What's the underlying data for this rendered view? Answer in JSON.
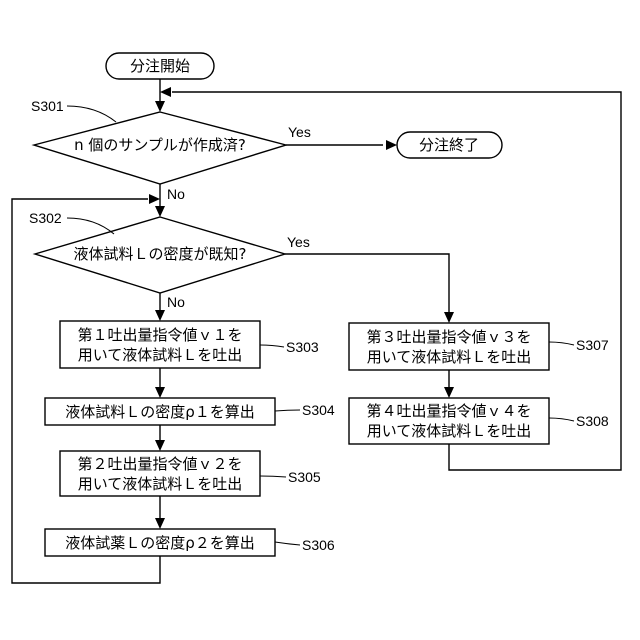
{
  "start": "分注開始",
  "end": "分注終了",
  "d301": {
    "step": "S301",
    "text": "n 個のサンプルが作成済?",
    "yes": "Yes",
    "no": "No"
  },
  "d302": {
    "step": "S302",
    "text": "液体試料Ｌの密度が既知?",
    "yes": "Yes",
    "no": "No"
  },
  "s303": {
    "step": "S303",
    "line1": "第１吐出量指令値ｖ１を",
    "line2": "用いて液体試料Ｌを吐出"
  },
  "s304": {
    "step": "S304",
    "text": "液体試料Ｌの密度ρ１を算出"
  },
  "s305": {
    "step": "S305",
    "line1": "第２吐出量指令値ｖ２を",
    "line2": "用いて液体試料Ｌを吐出"
  },
  "s306": {
    "step": "S306",
    "text": "液体試薬Ｌの密度ρ２を算出"
  },
  "s307": {
    "step": "S307",
    "line1": "第３吐出量指令値ｖ３を",
    "line2": "用いて液体試料Ｌを吐出"
  },
  "s308": {
    "step": "S308",
    "line1": "第４吐出量指令値ｖ４を",
    "line2": "用いて液体試料Ｌを吐出"
  }
}
